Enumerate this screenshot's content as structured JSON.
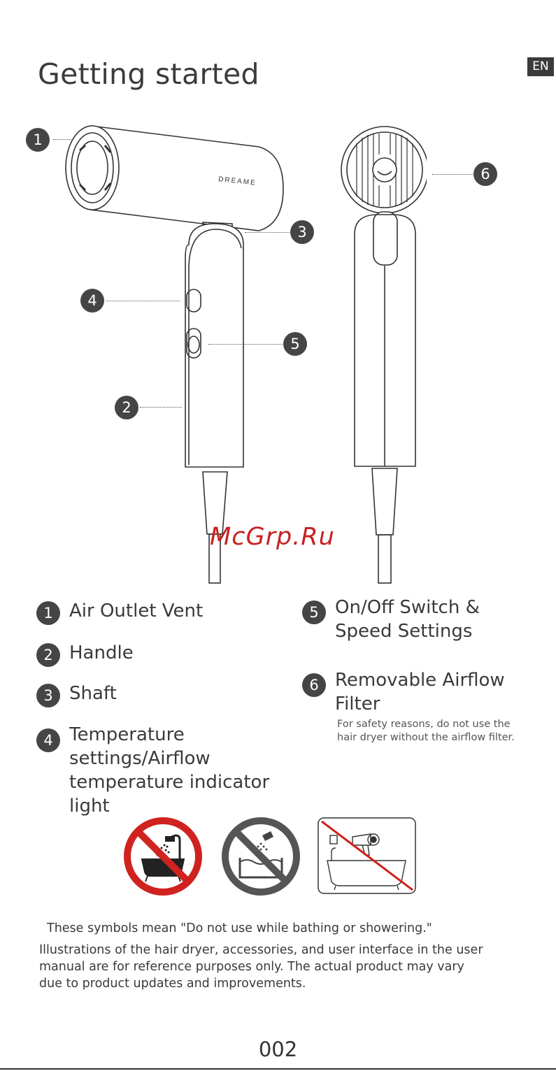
{
  "header": {
    "title": "Getting started",
    "language": "EN"
  },
  "product": {
    "brand_label": "DREAME"
  },
  "callouts": [
    "1",
    "3",
    "4",
    "5",
    "2",
    "6"
  ],
  "legend": {
    "items": [
      {
        "num": "1",
        "label": "Air Outlet Vent"
      },
      {
        "num": "2",
        "label": "Handle"
      },
      {
        "num": "3",
        "label": "Shaft"
      },
      {
        "num": "4",
        "line1": "Temperature",
        "line2": "settings/Airflow",
        "line3": "temperature indicator",
        "line4": "light"
      },
      {
        "num": "5",
        "line1": "On/Off Switch &",
        "line2": "Speed Settings"
      },
      {
        "num": "6",
        "line1": "Removable Airflow",
        "line2": "Filter",
        "note1": "For safety reasons, do not use the",
        "note2": "hair dryer without the airflow filter."
      }
    ]
  },
  "warnings": {
    "symbols_caption": "These symbols mean \"Do not use while bathing or showering.\"",
    "disclaimer1": "Illustrations of the hair dryer, accessories, and user interface in the user",
    "disclaimer2": "manual are for reference purposes only. The actual product may vary",
    "disclaimer3": "due to product updates and improvements."
  },
  "watermark": "McGrp.Ru",
  "page_number": "002",
  "colors": {
    "badge": "#454545",
    "prohibit_red": "#d0221f",
    "prohibit_gray": "#555555",
    "watermark": "#c82020"
  }
}
